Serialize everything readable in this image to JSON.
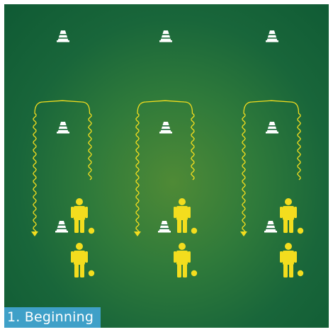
{
  "caption": "1. Beginning",
  "colors": {
    "field_dark": "#0f5a34",
    "field_light": "#4f8a36",
    "player": "#f3dd1e",
    "path": "#f3dd1e",
    "cone": "#ffffff",
    "caption_bg": "#3fa0c8",
    "caption_text": "#ffffff"
  },
  "icons": [
    "cone-icon",
    "player-icon",
    "ball-icon",
    "dribble-path-arrow-icon"
  ],
  "drill": {
    "stations": 3,
    "cones_per_station": 3,
    "players_per_station": 2,
    "balls_per_station": 2
  }
}
